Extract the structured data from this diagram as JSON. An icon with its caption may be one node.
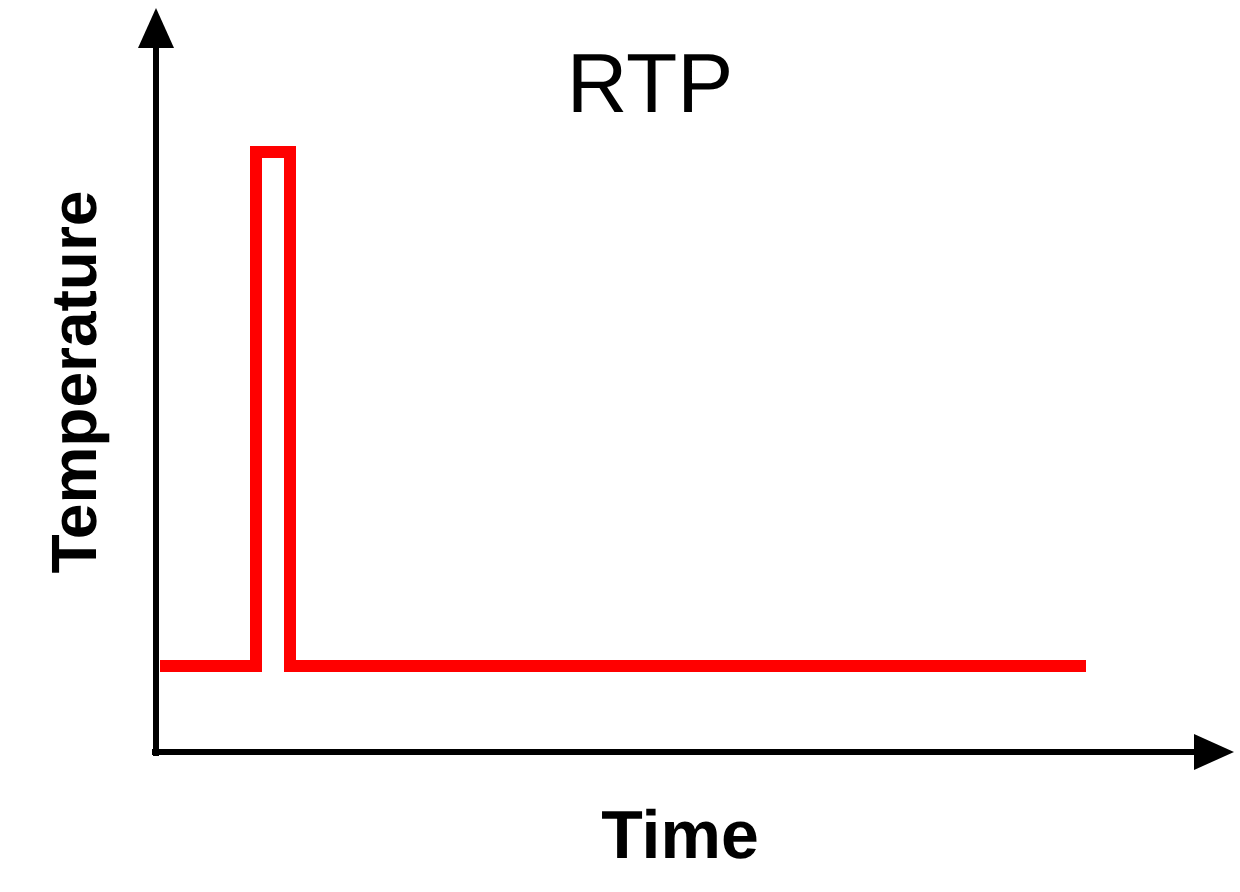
{
  "diagram": {
    "title": "RTP",
    "labels": [
      "Temperature",
      "Time"
    ]
  }
}
